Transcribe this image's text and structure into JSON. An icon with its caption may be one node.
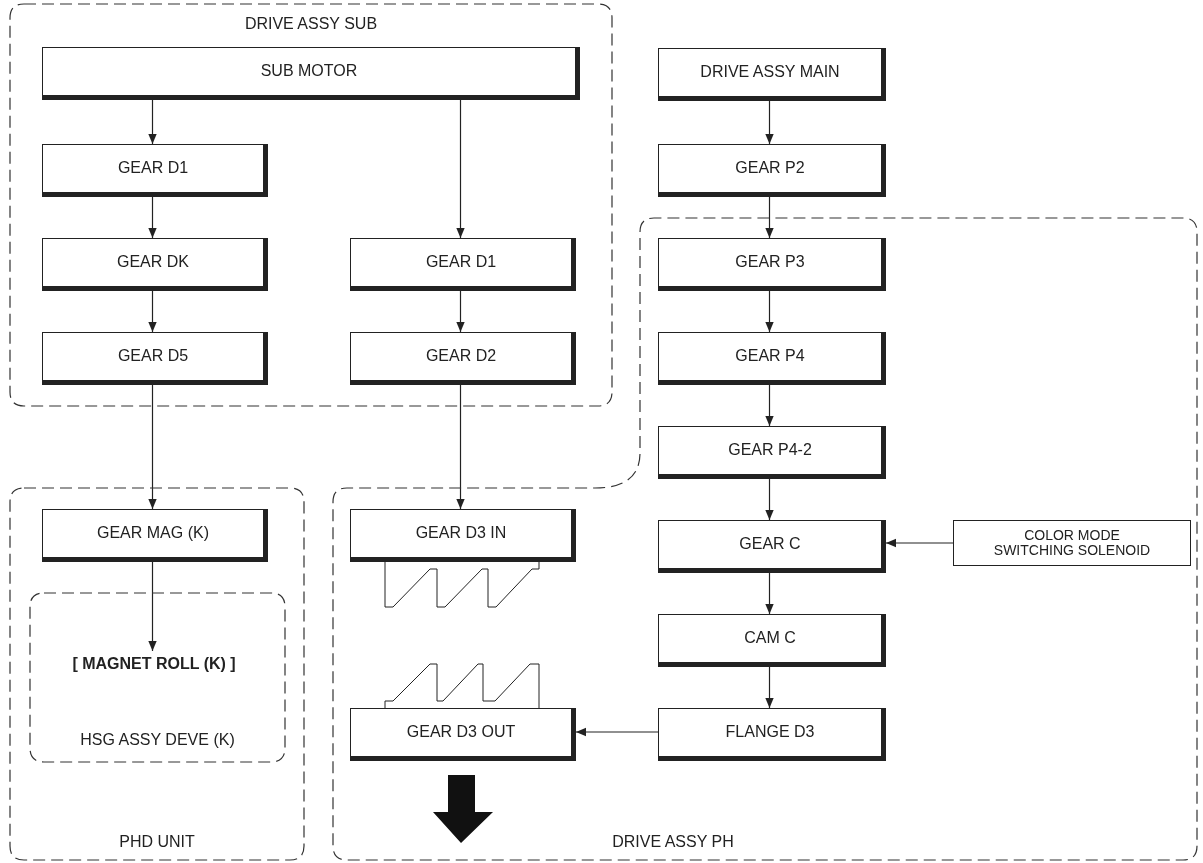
{
  "diagram": {
    "nodes": [
      {
        "text": [
          "DRIVE ASSY SUB"
        ]
      },
      {
        "text": [
          "SUB MOTOR"
        ],
        "in": 0
      },
      {
        "text": [
          "GEAR D1"
        ],
        "in": 0
      },
      {
        "text": [
          "GEAR DK"
        ],
        "in": 0
      },
      {
        "text": [
          "GEAR D5"
        ],
        "in": 0
      },
      {
        "text": [
          "GEAR D1"
        ],
        "in": 0
      },
      {
        "text": [
          "GEAR D2"
        ],
        "in": 0
      },
      {
        "text": [
          "DRIVE ASSY MAIN"
        ]
      },
      {
        "text": [
          "GEAR P2"
        ]
      },
      {
        "text": [
          "DRIVE ASSY PH"
        ]
      },
      {
        "text": [
          "GEAR P3"
        ],
        "in": 9
      },
      {
        "text": [
          "GEAR P4"
        ],
        "in": 9
      },
      {
        "text": [
          "GEAR P4-2"
        ],
        "in": 9
      },
      {
        "text": [
          "GEAR C"
        ],
        "in": 9
      },
      {
        "text": [
          "CAM C"
        ],
        "in": 9
      },
      {
        "text": [
          "FLANGE D3"
        ],
        "in": 9
      },
      {
        "text": [
          "GEAR D3 IN"
        ],
        "in": 9
      },
      {
        "text": [
          "GEAR D3 OUT"
        ],
        "in": 9
      },
      {
        "text": [
          "COLOR MODE SWITCHING SOLENOID"
        ],
        "in": 9
      },
      {
        "text": [
          "PHD UNIT"
        ]
      },
      {
        "text": [
          "GEAR MAG (K)"
        ],
        "in": 19
      },
      {
        "text": [
          "HSG ASSY DEVE (K)"
        ],
        "in": 19
      },
      {
        "text": [
          "[ MAGNET ROLL (K) ]"
        ],
        "in": 21
      }
    ],
    "edges": [
      {
        "from": 1,
        "to": 2,
        "arrow": "to"
      },
      {
        "from": 2,
        "to": 3,
        "arrow": "to"
      },
      {
        "from": 3,
        "to": 4,
        "arrow": "to"
      },
      {
        "from": 1,
        "to": 5,
        "arrow": "to"
      },
      {
        "from": 5,
        "to": 6,
        "arrow": "to"
      },
      {
        "from": 7,
        "to": 8,
        "arrow": "to"
      },
      {
        "from": 8,
        "to": 10,
        "arrow": "to"
      },
      {
        "from": 10,
        "to": 11,
        "arrow": "to"
      },
      {
        "from": 11,
        "to": 12,
        "arrow": "to"
      },
      {
        "from": 12,
        "to": 13,
        "arrow": "to"
      },
      {
        "from": 13,
        "to": 14,
        "arrow": "to"
      },
      {
        "from": 14,
        "to": 15,
        "arrow": "to"
      },
      {
        "from": 15,
        "to": 17,
        "arrow": "to"
      },
      {
        "from": 18,
        "to": 13,
        "arrow": "to"
      },
      {
        "from": 4,
        "to": 20,
        "arrow": "to"
      },
      {
        "from": 20,
        "to": 22,
        "arrow": "to"
      },
      {
        "from": 6,
        "to": 16,
        "arrow": "to"
      }
    ]
  }
}
